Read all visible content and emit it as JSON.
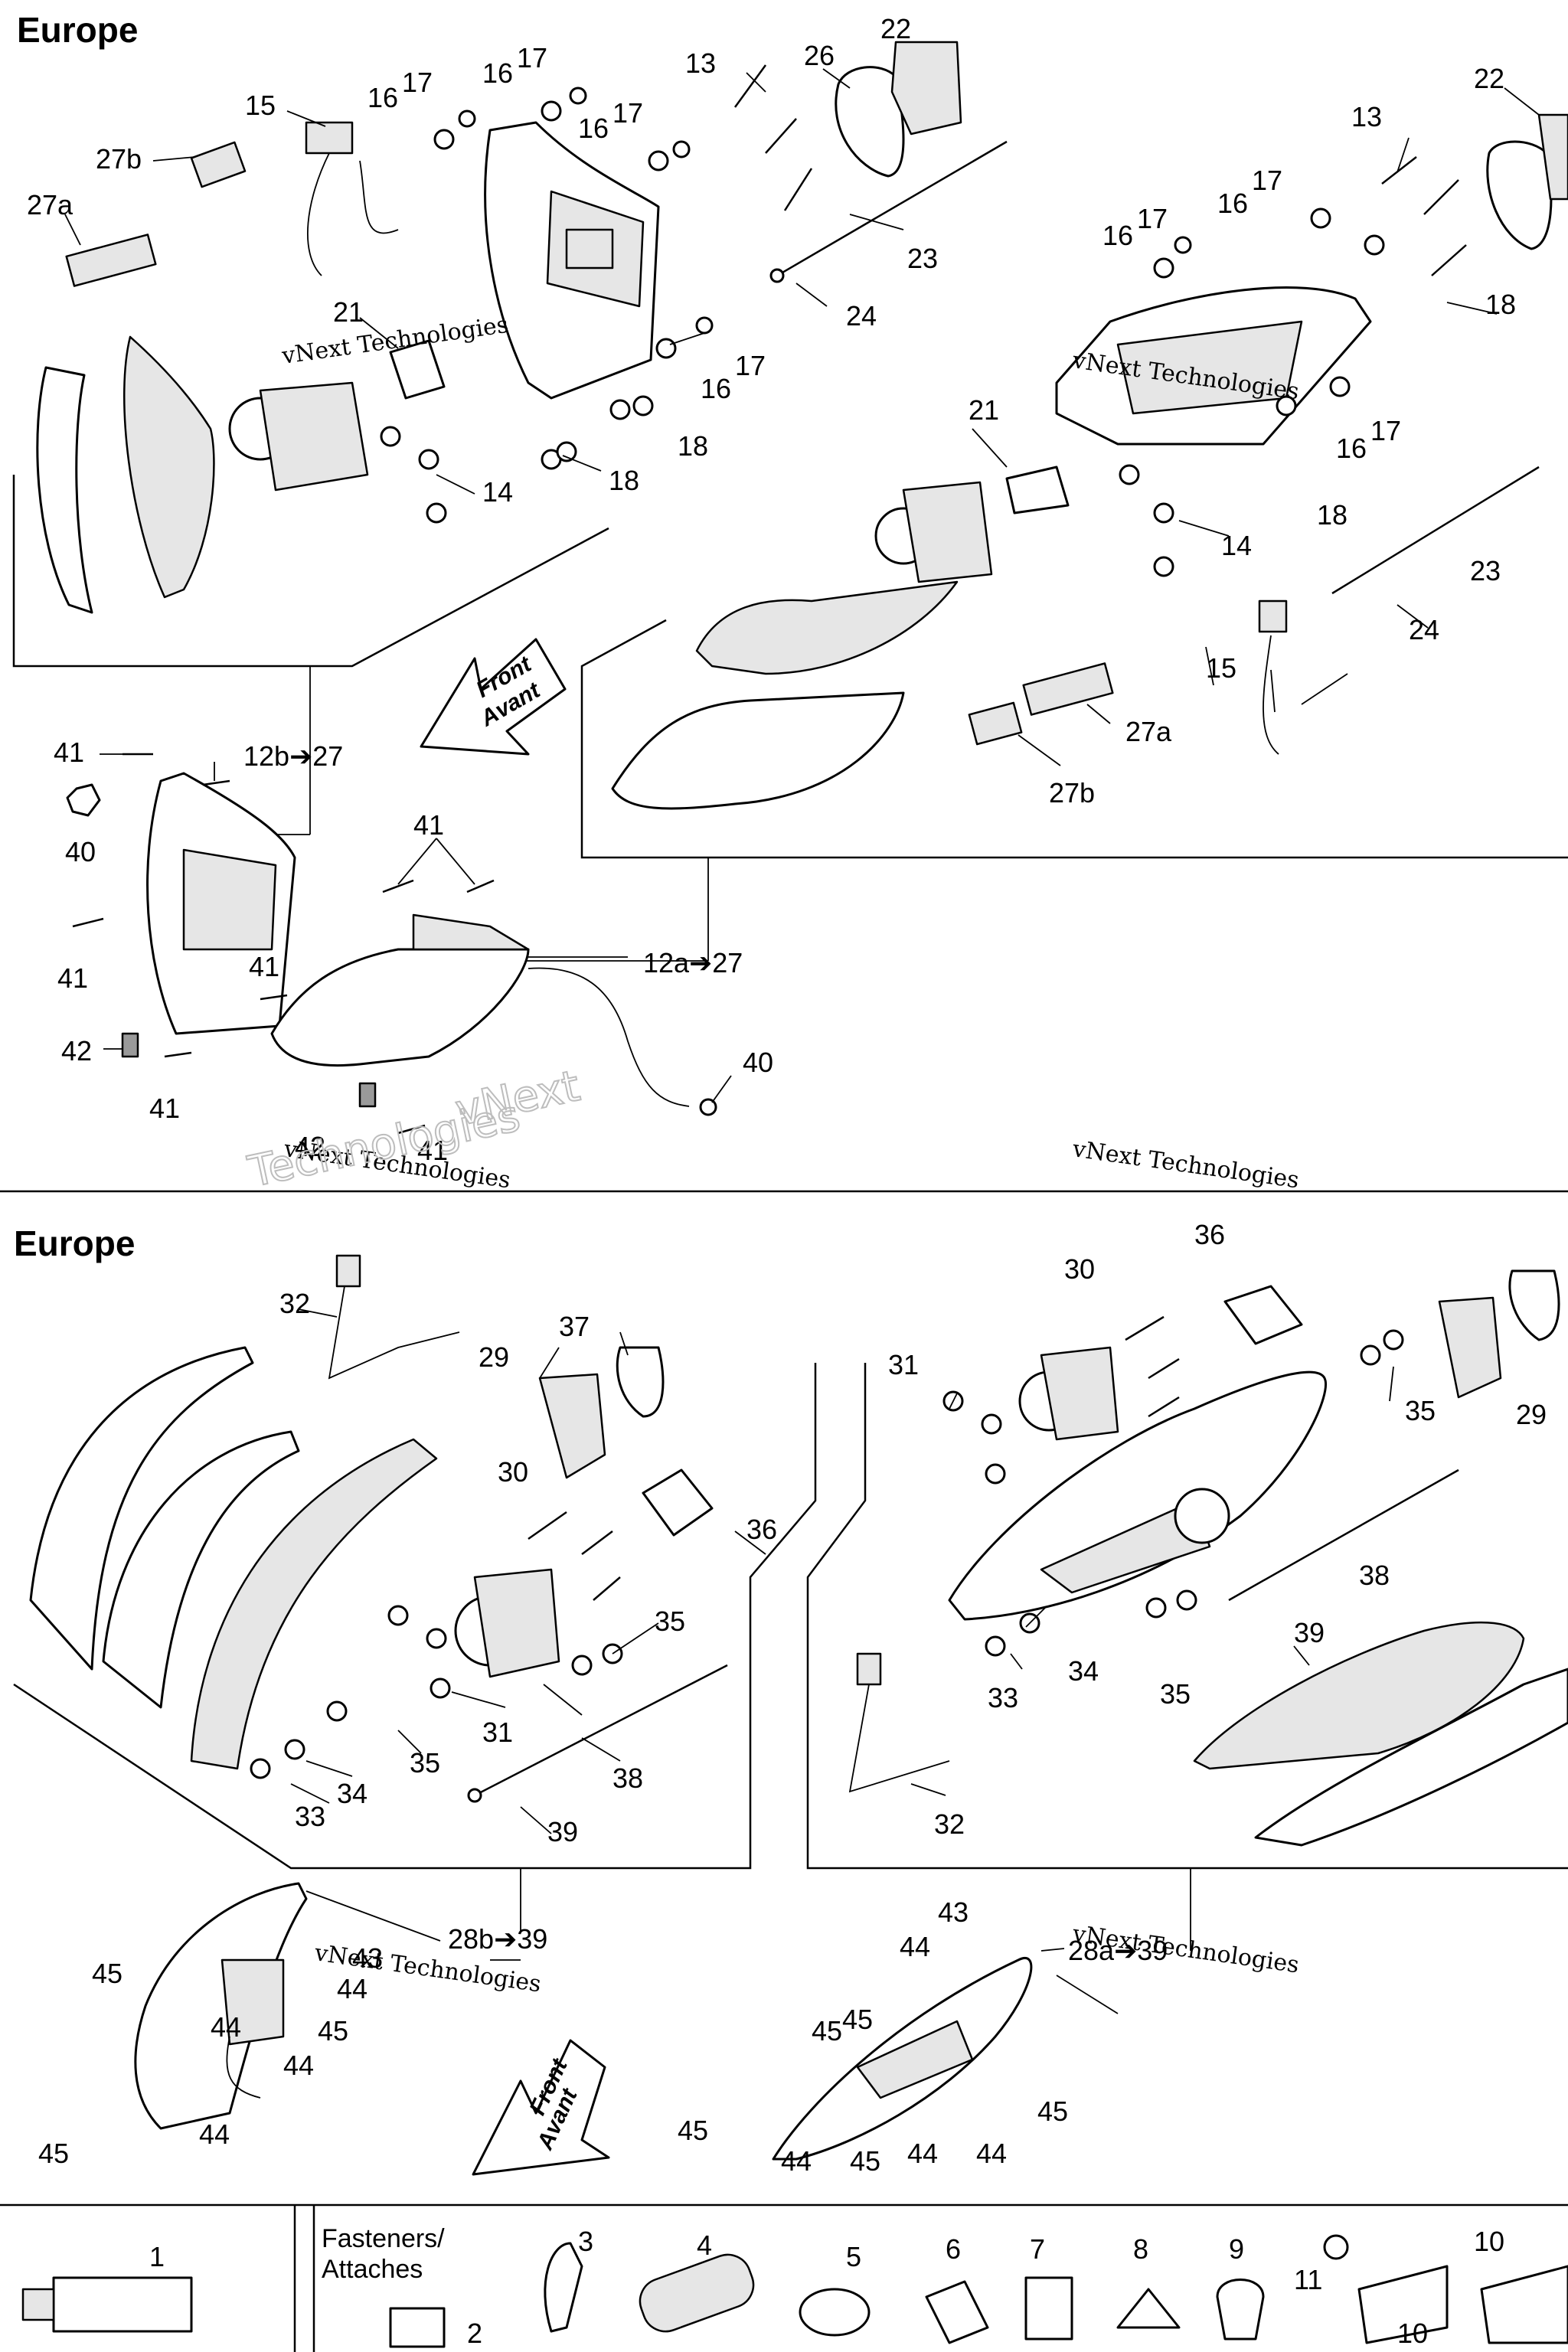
{
  "sections": {
    "top_heading": "Europe",
    "middle_heading": "Europe",
    "front_arrow_top": [
      "Front",
      "Avant"
    ],
    "front_arrow_bottom": [
      "Front",
      "Avant"
    ],
    "fasteners_title": [
      "Fasteners/",
      "Attaches"
    ]
  },
  "callouts": {
    "top_left": [
      "15",
      "27b",
      "27a",
      "16",
      "17",
      "16",
      "17",
      "16",
      "17",
      "21",
      "17",
      "16",
      "14",
      "18",
      "18"
    ],
    "top_mid": [
      "13",
      "26",
      "22",
      "23",
      "24"
    ],
    "top_right": [
      "22",
      "13",
      "17",
      "16",
      "17",
      "16",
      "18",
      "21",
      "17",
      "16",
      "18",
      "14",
      "23",
      "24",
      "15",
      "27a",
      "27b"
    ],
    "assembly_top": [
      "41",
      "12b➔27",
      "40",
      "41",
      "41",
      "12a➔27",
      "41",
      "42",
      "41",
      "40",
      "42",
      "41"
    ],
    "mid_left": [
      "32",
      "37",
      "29",
      "30",
      "36",
      "35",
      "31",
      "35",
      "34",
      "33",
      "38",
      "39"
    ],
    "mid_right": [
      "36",
      "30",
      "31",
      "35",
      "29",
      "38",
      "39",
      "34",
      "33",
      "35",
      "32"
    ],
    "assembly_bottom": [
      "45",
      "28b➔39",
      "43",
      "44",
      "45",
      "44",
      "44",
      "45",
      "43",
      "44",
      "28a➔39",
      "45",
      "45",
      "45",
      "44",
      "44",
      "45",
      "44",
      "44",
      "45"
    ],
    "fasteners": [
      "1",
      "3",
      "4",
      "5",
      "6",
      "7",
      "8",
      "9",
      "10",
      "11",
      "10",
      "2"
    ]
  },
  "watermarks": {
    "small": [
      "vNext Technologies",
      "vNext Technologies",
      "vNext Technologies",
      "vNext Technologies",
      "vNext Technologies",
      "vNext Technologies"
    ],
    "large": [
      "vNext",
      "Technologies"
    ]
  }
}
